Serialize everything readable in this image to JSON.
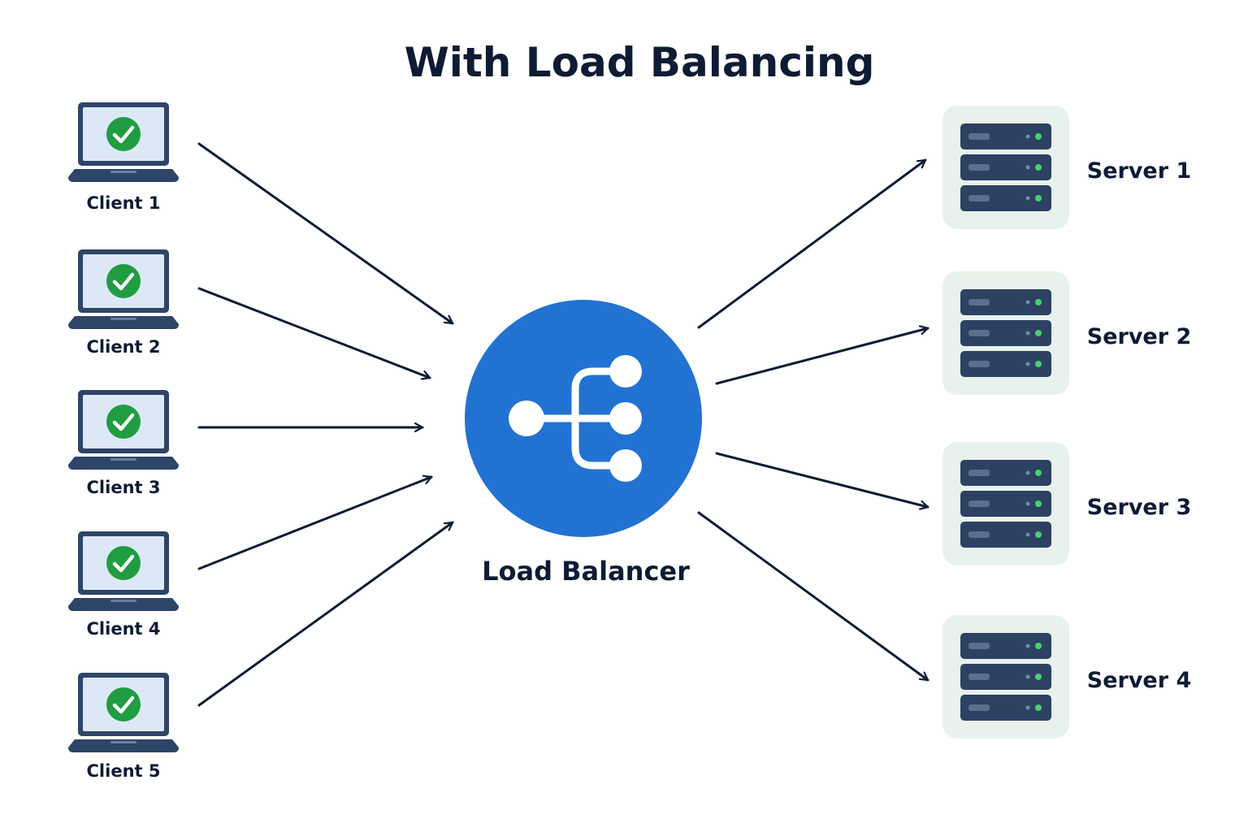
{
  "title": "With Load Balancing",
  "load_balancer": {
    "label": "Load Balancer",
    "icon": "network-split-icon"
  },
  "clients": [
    {
      "label": "Client 1",
      "status_icon": "check-circle-icon"
    },
    {
      "label": "Client 2",
      "status_icon": "check-circle-icon"
    },
    {
      "label": "Client 3",
      "status_icon": "check-circle-icon"
    },
    {
      "label": "Client 4",
      "status_icon": "check-circle-icon"
    },
    {
      "label": "Client 5",
      "status_icon": "check-circle-icon"
    }
  ],
  "servers": [
    {
      "label": "Server 1"
    },
    {
      "label": "Server 2"
    },
    {
      "label": "Server 3"
    },
    {
      "label": "Server 4"
    }
  ],
  "edges": [
    {
      "from": "Client 1",
      "to": "Load Balancer"
    },
    {
      "from": "Client 2",
      "to": "Load Balancer"
    },
    {
      "from": "Client 3",
      "to": "Load Balancer"
    },
    {
      "from": "Client 4",
      "to": "Load Balancer"
    },
    {
      "from": "Client 5",
      "to": "Load Balancer"
    },
    {
      "from": "Load Balancer",
      "to": "Server 1"
    },
    {
      "from": "Load Balancer",
      "to": "Server 2"
    },
    {
      "from": "Load Balancer",
      "to": "Server 3"
    },
    {
      "from": "Load Balancer",
      "to": "Server 4"
    }
  ],
  "colors": {
    "ink": "#0f1b33",
    "laptop_frame": "#2e4468",
    "laptop_screen": "#dde8f6",
    "check_green": "#1f9d40",
    "balancer_blue": "#2272d2",
    "server_tile": "#e8f2ec",
    "server_unit": "#2d4163",
    "server_led": "#44d468"
  }
}
